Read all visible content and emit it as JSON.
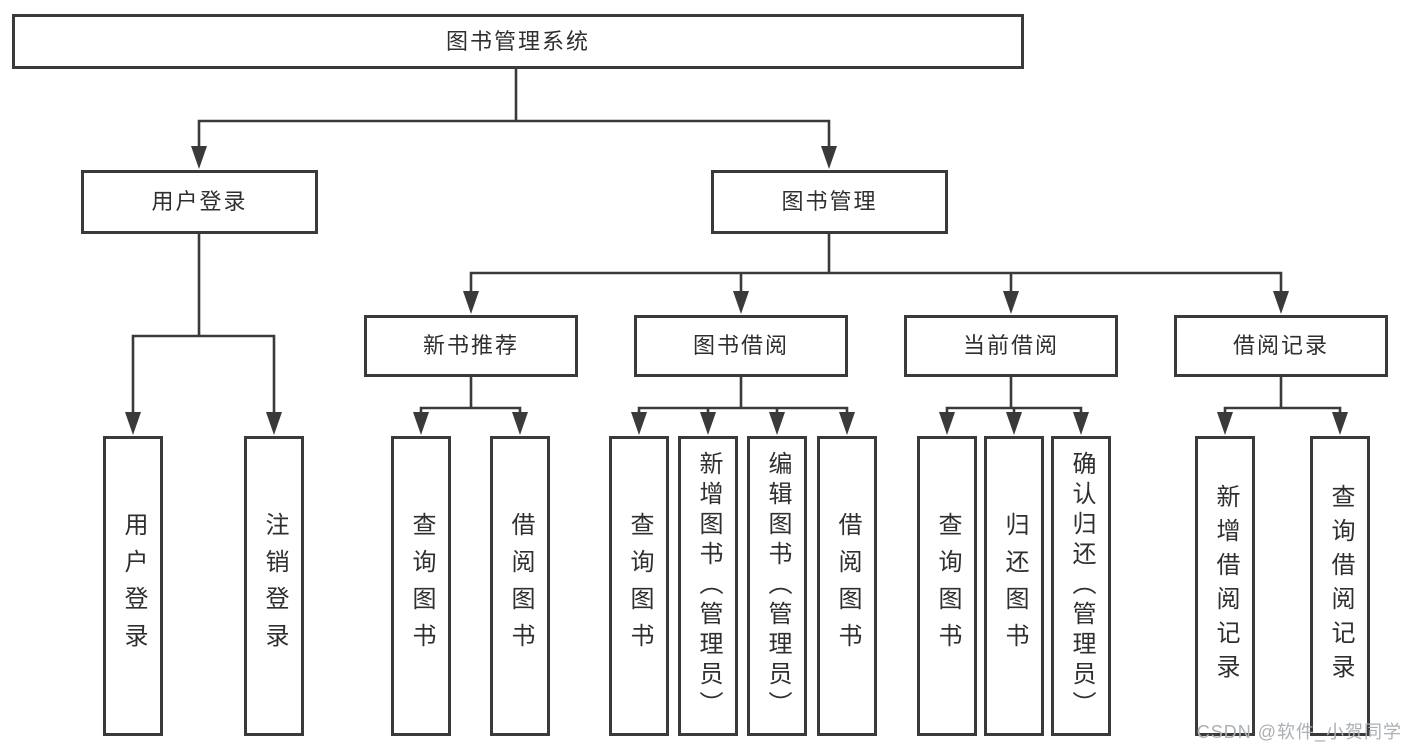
{
  "diagram": {
    "root": {
      "label": "图书管理系统"
    },
    "branches": [
      {
        "label": "用户登录",
        "children": [
          {
            "label": "用户登录"
          },
          {
            "label": "注销登录"
          }
        ]
      },
      {
        "label": "图书管理",
        "children": [
          {
            "label": "新书推荐",
            "children": [
              {
                "label": "查询图书"
              },
              {
                "label": "借阅图书"
              }
            ]
          },
          {
            "label": "图书借阅",
            "children": [
              {
                "label": "查询图书"
              },
              {
                "label": "新增图书（管理员）"
              },
              {
                "label": "编辑图书（管理员）"
              },
              {
                "label": "借阅图书"
              }
            ]
          },
          {
            "label": "当前借阅",
            "children": [
              {
                "label": "查询图书"
              },
              {
                "label": "归还图书"
              },
              {
                "label": "确认归还（管理员）"
              }
            ]
          },
          {
            "label": "借阅记录",
            "children": [
              {
                "label": "新增借阅记录"
              },
              {
                "label": "查询借阅记录"
              }
            ]
          }
        ]
      }
    ]
  },
  "watermark": {
    "text": "CSDN @软件_小贺同学"
  },
  "colors": {
    "line": "#3a3a3a",
    "box_border": "#3a3a3a",
    "text": "#2f2f2f",
    "background": "#ffffff",
    "watermark": "#aab0b5"
  }
}
